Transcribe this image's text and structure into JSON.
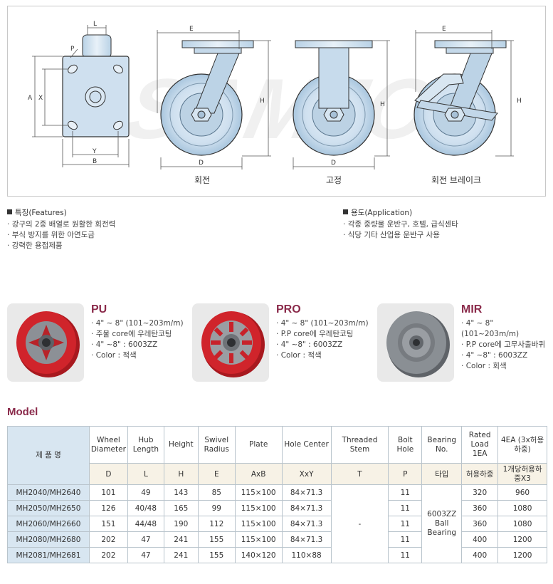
{
  "drawings": {
    "watermark": "SAMJO",
    "labels": {
      "L": "L",
      "P": "P",
      "A": "A",
      "X": "X",
      "Y": "Y",
      "B": "B",
      "E": "E",
      "D": "D",
      "H": "H"
    },
    "captions": [
      "회전",
      "고정",
      "회전 브레이크"
    ]
  },
  "features": {
    "title": "특징(Features)",
    "items": [
      "강구의 2중 배열로 원활한 회전력",
      "부식 방지를 위한 아연도금",
      "강력한 용접제품"
    ]
  },
  "application": {
    "title": "용도(Application)",
    "items": [
      "각종 중량물 운반구, 호텔, 급식센타",
      "식당 기타 산업용 운반구 사용"
    ]
  },
  "wheels": [
    {
      "name": "PU",
      "items": [
        "4\" ~ 8\" (101~203m/m)",
        "주물 core에 우레탄코팅",
        "4\" ~8\" : 6003ZZ",
        "Color : 적색"
      ]
    },
    {
      "name": "PRO",
      "items": [
        "4\" ~ 8\" (101~203m/m)",
        "P.P core에 우레탄코팅",
        "4\" ~8\" : 6003ZZ",
        "Color : 적색"
      ]
    },
    {
      "name": "MIR",
      "items": [
        "4\" ~ 8\" (101~203m/m)",
        "P.P core에 고무사출바퀴",
        "4\" ~8\" : 6003ZZ",
        "Color : 회색"
      ]
    }
  ],
  "wheel_colors": {
    "red": "#d0242b",
    "gray": "#8a8f94",
    "core": "#8c9096"
  },
  "model": {
    "title": "Model",
    "header": {
      "model": "제 품 명",
      "cols": [
        {
          "top": "Wheel Diameter",
          "sub": "D"
        },
        {
          "top": "Hub Length",
          "sub": "L"
        },
        {
          "top": "Height",
          "sub": "H"
        },
        {
          "top": "Swivel Radius",
          "sub": "E"
        },
        {
          "top": "Plate",
          "sub": "AxB"
        },
        {
          "top": "Hole Center",
          "sub": "XxY"
        },
        {
          "top": "Threaded Stem",
          "sub": "T"
        },
        {
          "top": "Bolt Hole",
          "sub": "P"
        },
        {
          "top": "Bearing No.",
          "sub": "타입"
        },
        {
          "top": "Rated Load 1EA",
          "sub": "허용하중"
        },
        {
          "top": "4EA (3x허용하중)",
          "sub": "1개당허용하중X3"
        }
      ]
    },
    "rows": [
      {
        "name": "MH2040/MH2640",
        "d": "101",
        "l": "49",
        "h": "143",
        "e": "85",
        "plate": "115×100",
        "hole": "84×71.3",
        "p": "11",
        "load": "320",
        "load4": "960"
      },
      {
        "name": "MH2050/MH2650",
        "d": "126",
        "l": "40/48",
        "h": "165",
        "e": "99",
        "plate": "115×100",
        "hole": "84×71.3",
        "p": "11",
        "load": "360",
        "load4": "1080"
      },
      {
        "name": "MH2060/MH2660",
        "d": "151",
        "l": "44/48",
        "h": "190",
        "e": "112",
        "plate": "115×100",
        "hole": "84×71.3",
        "p": "11",
        "load": "360",
        "load4": "1080"
      },
      {
        "name": "MH2080/MH2680",
        "d": "202",
        "l": "47",
        "h": "241",
        "e": "155",
        "plate": "115×100",
        "hole": "84×71.3",
        "p": "11",
        "load": "400",
        "load4": "1200"
      },
      {
        "name": "MH2081/MH2681",
        "d": "202",
        "l": "47",
        "h": "241",
        "e": "155",
        "plate": "140×120",
        "hole": "110×88",
        "p": "11",
        "load": "400",
        "load4": "1200"
      }
    ],
    "threaded": "-",
    "bearing": [
      "6003ZZ",
      "Ball",
      "Bearing"
    ]
  }
}
